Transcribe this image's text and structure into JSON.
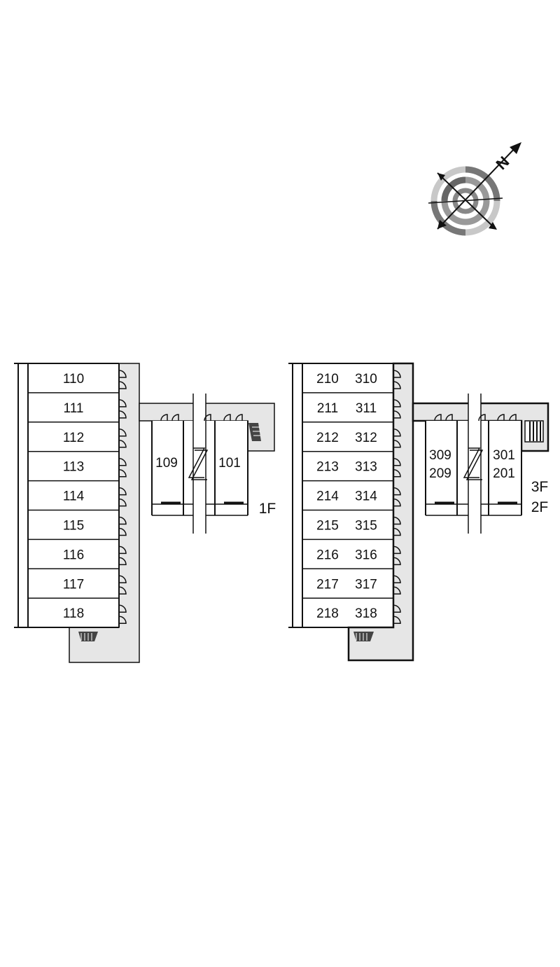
{
  "compass": {
    "north_label": "N",
    "icon": "compass-rose-icon"
  },
  "floor_1": {
    "units_main": [
      "110",
      "111",
      "112",
      "113",
      "114",
      "115",
      "116",
      "117",
      "118"
    ],
    "annex_left": "109",
    "annex_right": "101",
    "floor_label": "1F"
  },
  "floor_23": {
    "units_main": [
      [
        "210",
        "310"
      ],
      [
        "211",
        "311"
      ],
      [
        "212",
        "312"
      ],
      [
        "213",
        "313"
      ],
      [
        "214",
        "314"
      ],
      [
        "215",
        "315"
      ],
      [
        "216",
        "316"
      ],
      [
        "217",
        "317"
      ],
      [
        "218",
        "318"
      ]
    ],
    "annex_left": [
      "309",
      "209"
    ],
    "annex_right": [
      "301",
      "201"
    ],
    "floor_labels": [
      "3F",
      "2F"
    ]
  },
  "colors": {
    "corridor": "#e6e6e6",
    "line": "#111111",
    "compass_dark": "#777777",
    "compass_light": "#c8c8c8"
  }
}
